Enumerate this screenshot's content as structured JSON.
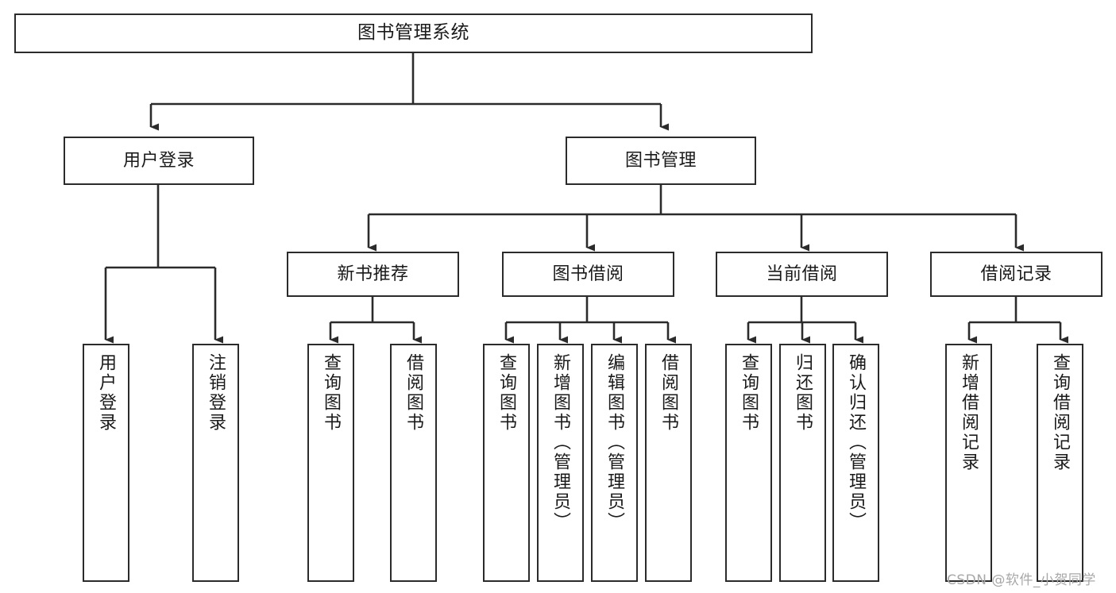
{
  "diagram": {
    "title": "图书管理系统",
    "type": "tree",
    "style": {
      "stroke": "#2b2b2b",
      "fill": "#ffffff",
      "text": "#1a1a1a",
      "watermark_color": "#a8a8a8"
    },
    "root": {
      "id": "root",
      "label": "图书管理系统"
    },
    "level2": [
      {
        "id": "user-login",
        "label": "用户登录"
      },
      {
        "id": "book-manage",
        "label": "图书管理"
      }
    ],
    "level3": [
      {
        "id": "new-book-rec",
        "label": "新书推荐"
      },
      {
        "id": "book-borrow",
        "label": "图书借阅"
      },
      {
        "id": "current-borrow",
        "label": "当前借阅"
      },
      {
        "id": "borrow-record",
        "label": "借阅记录"
      }
    ],
    "leaves": {
      "user_login": [
        {
          "id": "leaf-user-login",
          "label": "用户登录"
        },
        {
          "id": "leaf-logout",
          "label": "注销登录"
        }
      ],
      "new_book_rec": [
        {
          "id": "leaf-query-book-1",
          "label": "查询图书"
        },
        {
          "id": "leaf-borrow-book-1",
          "label": "借阅图书"
        }
      ],
      "book_borrow": [
        {
          "id": "leaf-query-book-2",
          "label": "查询图书"
        },
        {
          "id": "leaf-add-book",
          "label": "新增图书（管理员）"
        },
        {
          "id": "leaf-edit-book",
          "label": "编辑图书（管理员）"
        },
        {
          "id": "leaf-borrow-book-2",
          "label": "借阅图书"
        }
      ],
      "current_borrow": [
        {
          "id": "leaf-query-book-3",
          "label": "查询图书"
        },
        {
          "id": "leaf-return-book",
          "label": "归还图书"
        },
        {
          "id": "leaf-confirm-return",
          "label": "确认归还（管理员）"
        }
      ],
      "borrow_record": [
        {
          "id": "leaf-add-record",
          "label": "新增借阅记录"
        },
        {
          "id": "leaf-query-record",
          "label": "查询借阅记录"
        }
      ]
    }
  },
  "watermark": {
    "text": "CSDN @软件_小贺同学"
  }
}
